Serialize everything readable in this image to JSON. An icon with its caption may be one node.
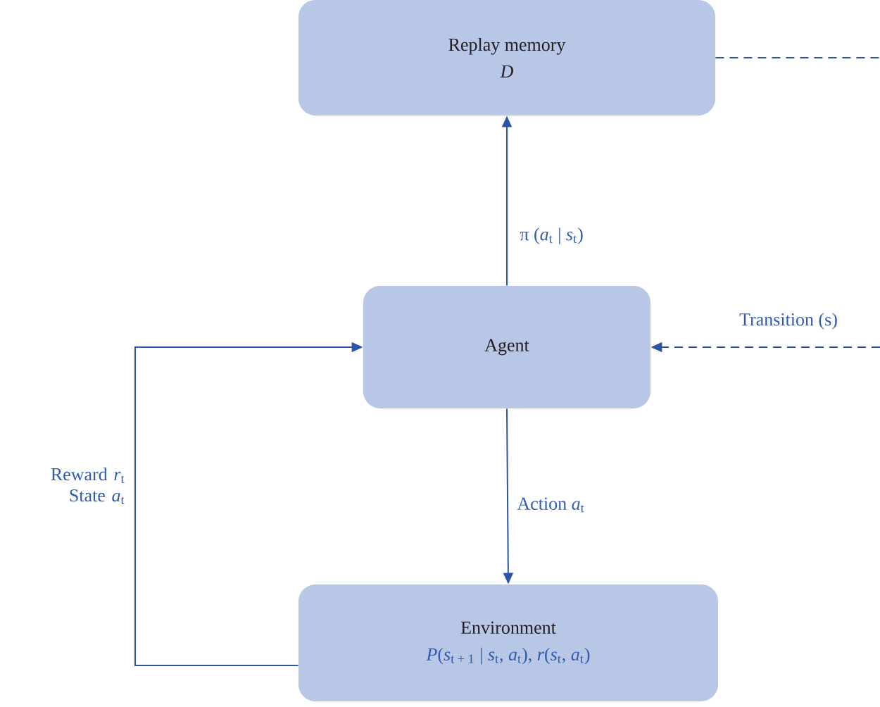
{
  "diagram": {
    "nodes": [
      {
        "text": [
          "Replay memory",
          "D"
        ]
      },
      {
        "text": [
          "Agent"
        ]
      },
      {
        "text": [
          "Environment",
          "*P*(*s*$_{t + 1}$ | *s*$_{t}$, *a*$_{t}$), *r*(*s*$_{t}$, *a*$_{t}$)"
        ]
      }
    ],
    "edges": [
      {
        "from": 1,
        "to": 0,
        "arrow": "to",
        "label": "π (*a*$_{t}$ | *s*$_{t}$)"
      },
      {
        "from": 1,
        "to": 2,
        "arrow": "to",
        "label": "Action *a*$_{t}$"
      },
      {
        "from": 2,
        "to": 1,
        "arrow": "to",
        "label": "Reward *r*$_{t}$ State *a*$_{t}$"
      },
      {
        "from": 0,
        "to": null,
        "arrow": "none",
        "style": "dashed"
      },
      {
        "from": null,
        "to": 1,
        "arrow": "to",
        "style": "dashed",
        "label": "Transition (s)"
      }
    ]
  }
}
